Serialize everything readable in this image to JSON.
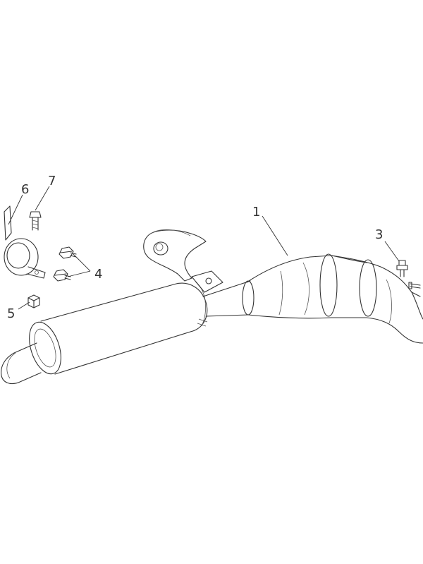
{
  "callouts": [
    {
      "id": "1",
      "label": "1"
    },
    {
      "id": "3",
      "label": "3"
    },
    {
      "id": "4",
      "label": "4"
    },
    {
      "id": "5",
      "label": "5"
    },
    {
      "id": "6",
      "label": "6"
    },
    {
      "id": "7",
      "label": "7"
    }
  ],
  "colors": {
    "line": "#333333",
    "background": "#ffffff"
  }
}
